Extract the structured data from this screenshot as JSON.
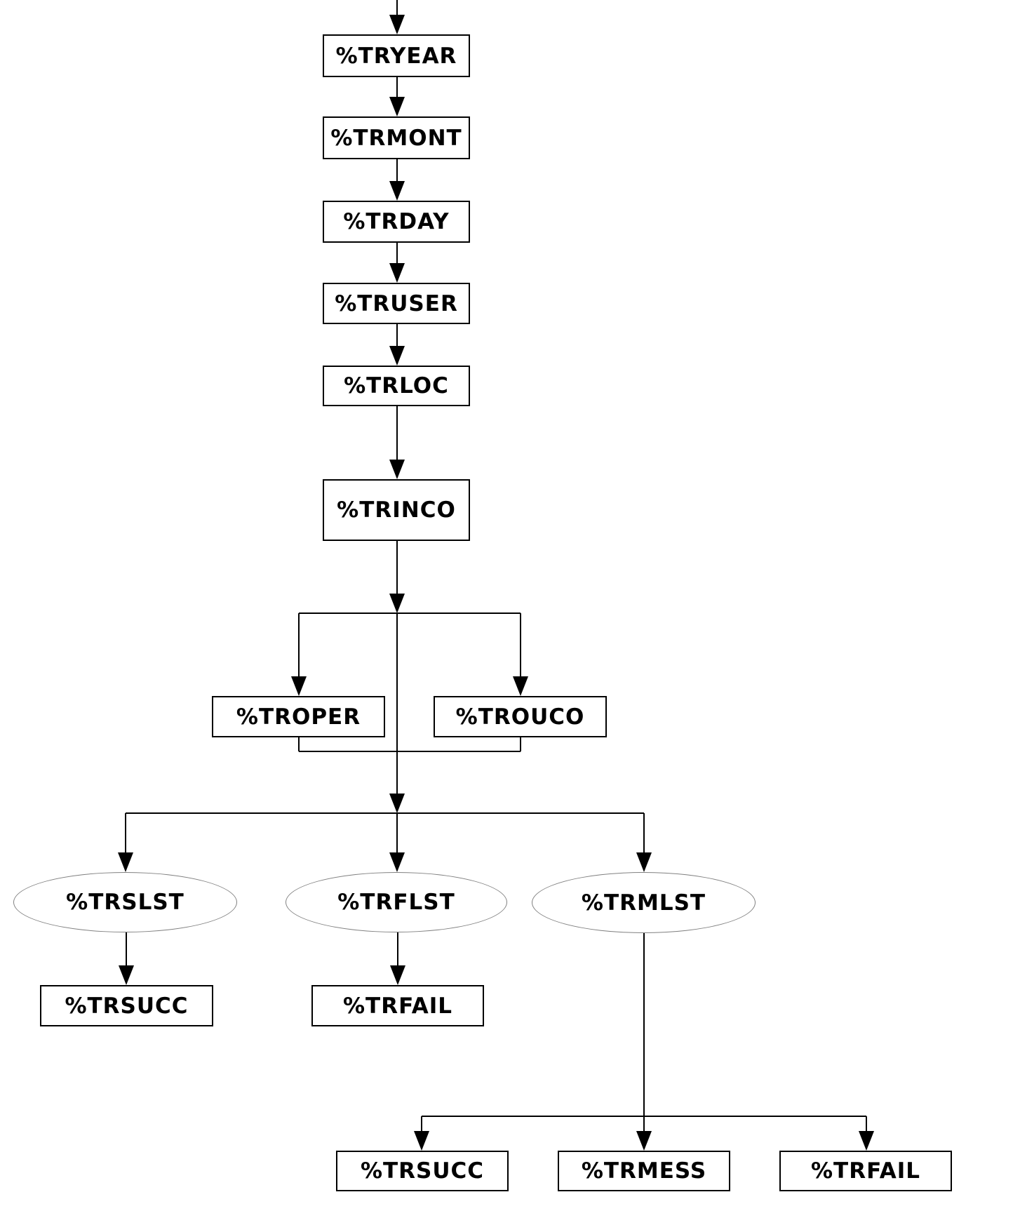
{
  "diagram": {
    "kind": "flowchart",
    "colors": {
      "background": "#ffffff",
      "line": "#000000",
      "box_border": "#000000",
      "ellipse_border": "#808080",
      "text": "#000000"
    },
    "nodes": [
      {
        "id": "tryear",
        "label": "%TRYEAR",
        "shape": "rect"
      },
      {
        "id": "trmont",
        "label": "%TRMONT",
        "shape": "rect"
      },
      {
        "id": "trday",
        "label": "%TRDAY",
        "shape": "rect"
      },
      {
        "id": "truser",
        "label": "%TRUSER",
        "shape": "rect"
      },
      {
        "id": "trloc",
        "label": "%TRLOC",
        "shape": "rect"
      },
      {
        "id": "trinco",
        "label": "%TRINCO",
        "shape": "rect"
      },
      {
        "id": "troper",
        "label": "%TROPER",
        "shape": "rect"
      },
      {
        "id": "trouco",
        "label": "%TROUCO",
        "shape": "rect"
      },
      {
        "id": "trslst",
        "label": "%TRSLST",
        "shape": "ellipse"
      },
      {
        "id": "trflst",
        "label": "%TRFLST",
        "shape": "ellipse"
      },
      {
        "id": "trmlst",
        "label": "%TRMLST",
        "shape": "ellipse"
      },
      {
        "id": "trsucc-left",
        "label": "%TRSUCC",
        "shape": "rect"
      },
      {
        "id": "trfail-mid",
        "label": "%TRFAIL",
        "shape": "rect"
      },
      {
        "id": "trsucc-bottom",
        "label": "%TRSUCC",
        "shape": "rect"
      },
      {
        "id": "trmess",
        "label": "%TRMESS",
        "shape": "rect"
      },
      {
        "id": "trfail-bottom",
        "label": "%TRFAIL",
        "shape": "rect"
      }
    ],
    "edges": [
      {
        "from": "(top, off-screen)",
        "to": "tryear"
      },
      {
        "from": "tryear",
        "to": "trmont"
      },
      {
        "from": "trmont",
        "to": "trday"
      },
      {
        "from": "trday",
        "to": "truser"
      },
      {
        "from": "truser",
        "to": "trloc"
      },
      {
        "from": "trloc",
        "to": "trinco"
      },
      {
        "from": "trinco",
        "to": "troper"
      },
      {
        "from": "trinco",
        "to": "trouco"
      },
      {
        "from": "troper",
        "to": "merge-junction"
      },
      {
        "from": "trouco",
        "to": "merge-junction"
      },
      {
        "from": "merge-junction",
        "to": "trslst"
      },
      {
        "from": "merge-junction",
        "to": "trflst"
      },
      {
        "from": "merge-junction",
        "to": "trmlst"
      },
      {
        "from": "trslst",
        "to": "trsucc-left"
      },
      {
        "from": "trflst",
        "to": "trfail-mid"
      },
      {
        "from": "trmlst",
        "to": "trsucc-bottom"
      },
      {
        "from": "trmlst",
        "to": "trmess"
      },
      {
        "from": "trmlst",
        "to": "trfail-bottom"
      }
    ]
  }
}
